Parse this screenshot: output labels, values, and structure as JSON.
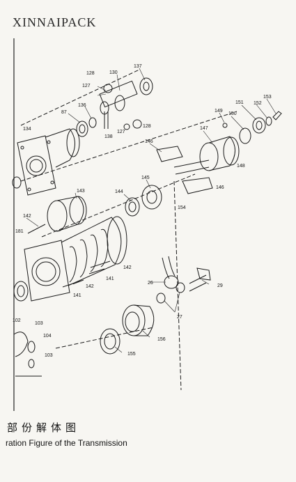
{
  "watermark": "XINNAIPACK",
  "title_cn": "部份解体图",
  "title_en": "ration Figure of the Transmission",
  "part_labels": {
    "p127a": "127",
    "p128a": "128",
    "p130": "130",
    "p137": "137",
    "p136": "136",
    "p87": "87",
    "p127b": "127",
    "p128b": "128",
    "p138": "138",
    "p134": "134",
    "p151": "151",
    "p153": "153",
    "p152": "152",
    "p149": "149",
    "p150": "150",
    "p147": "147",
    "p148": "148",
    "p146a": "146",
    "p146b": "146",
    "p145": "145",
    "p154": "154",
    "p144": "144",
    "p143": "143",
    "p142a": "142",
    "p142b": "142",
    "p142c": "142",
    "p141a": "141",
    "p141b": "141",
    "p181": "181",
    "p26": "26",
    "p27": "27",
    "p29": "29",
    "p156": "156",
    "p155": "155",
    "p102": "102",
    "p103a": "103",
    "p103b": "103",
    "p104": "104"
  }
}
